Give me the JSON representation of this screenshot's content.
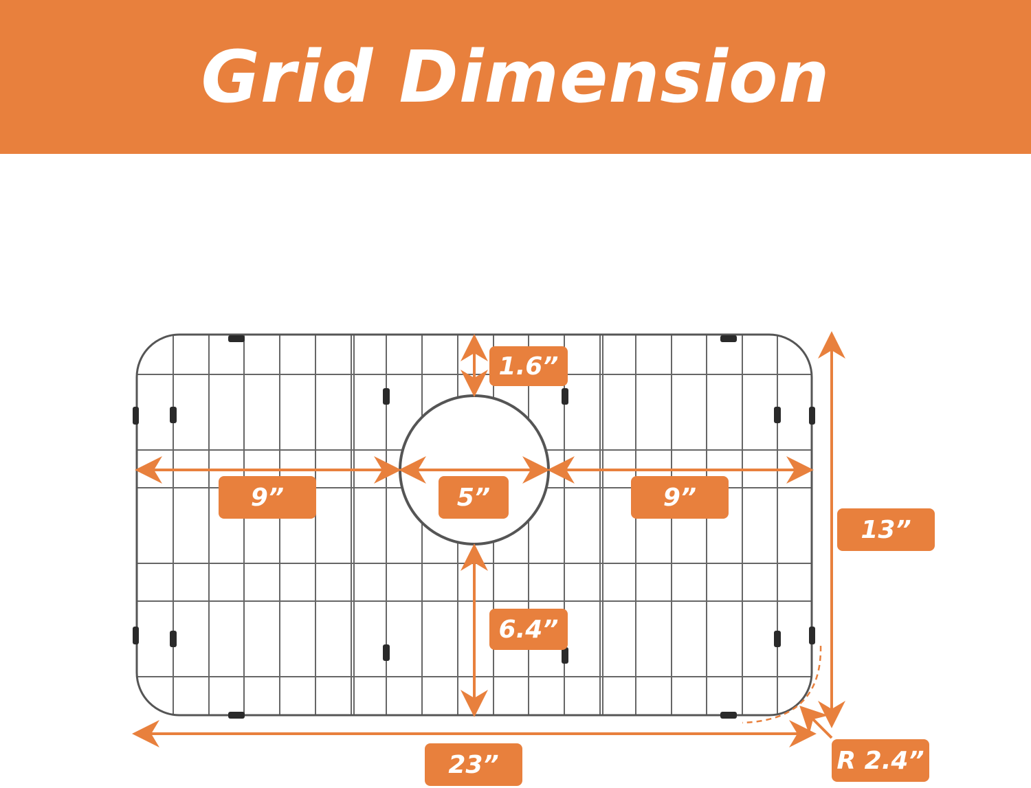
{
  "title": "Grid Dimension",
  "colors": {
    "accent": "#E8803D",
    "wire": "#555555"
  },
  "dimensions": {
    "top_gap": "1.6”",
    "left_width": "9”",
    "hole_diameter": "5”",
    "right_width": "9”",
    "height": "13”",
    "bottom_gap": "6.4”",
    "total_width": "23”",
    "corner_radius": "R 2.4”"
  }
}
